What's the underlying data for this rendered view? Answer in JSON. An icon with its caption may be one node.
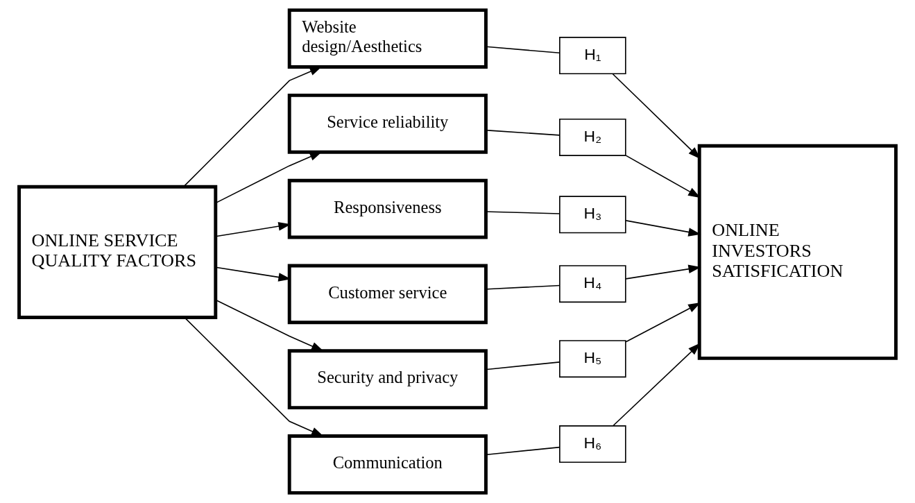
{
  "diagram": {
    "nodes": [
      {
        "text": [
          "ONLINE SERVICE QUALITY FACTORS"
        ]
      },
      {
        "text": [
          "Website design/Aesthetics"
        ]
      },
      {
        "text": [
          "Service reliability"
        ]
      },
      {
        "text": [
          "Responsiveness"
        ]
      },
      {
        "text": [
          "Customer service"
        ]
      },
      {
        "text": [
          "Security and privacy"
        ]
      },
      {
        "text": [
          "Communication"
        ]
      },
      {
        "text": [
          "H₁"
        ]
      },
      {
        "text": [
          "H₂"
        ]
      },
      {
        "text": [
          "H₃"
        ]
      },
      {
        "text": [
          "H₄"
        ]
      },
      {
        "text": [
          "H₅"
        ]
      },
      {
        "text": [
          "H₆"
        ]
      },
      {
        "text": [
          "ONLINE INVESTORS SATISFICATION"
        ]
      }
    ],
    "edges": [
      {
        "from": 0,
        "to": 1,
        "arrow": "to"
      },
      {
        "from": 0,
        "to": 2,
        "arrow": "to"
      },
      {
        "from": 0,
        "to": 3,
        "arrow": "to"
      },
      {
        "from": 0,
        "to": 4,
        "arrow": "to"
      },
      {
        "from": 0,
        "to": 5,
        "arrow": "to"
      },
      {
        "from": 0,
        "to": 6,
        "arrow": "to"
      },
      {
        "from": 1,
        "to": 7,
        "arrow": "none"
      },
      {
        "from": 2,
        "to": 8,
        "arrow": "none"
      },
      {
        "from": 3,
        "to": 9,
        "arrow": "none"
      },
      {
        "from": 4,
        "to": 10,
        "arrow": "none"
      },
      {
        "from": 5,
        "to": 11,
        "arrow": "none"
      },
      {
        "from": 6,
        "to": 12,
        "arrow": "none"
      },
      {
        "from": 7,
        "to": 13,
        "arrow": "to"
      },
      {
        "from": 8,
        "to": 13,
        "arrow": "to"
      },
      {
        "from": 9,
        "to": 13,
        "arrow": "to"
      },
      {
        "from": 10,
        "to": 13,
        "arrow": "to"
      },
      {
        "from": 11,
        "to": 13,
        "arrow": "to"
      },
      {
        "from": 12,
        "to": 13,
        "arrow": "to"
      }
    ]
  }
}
